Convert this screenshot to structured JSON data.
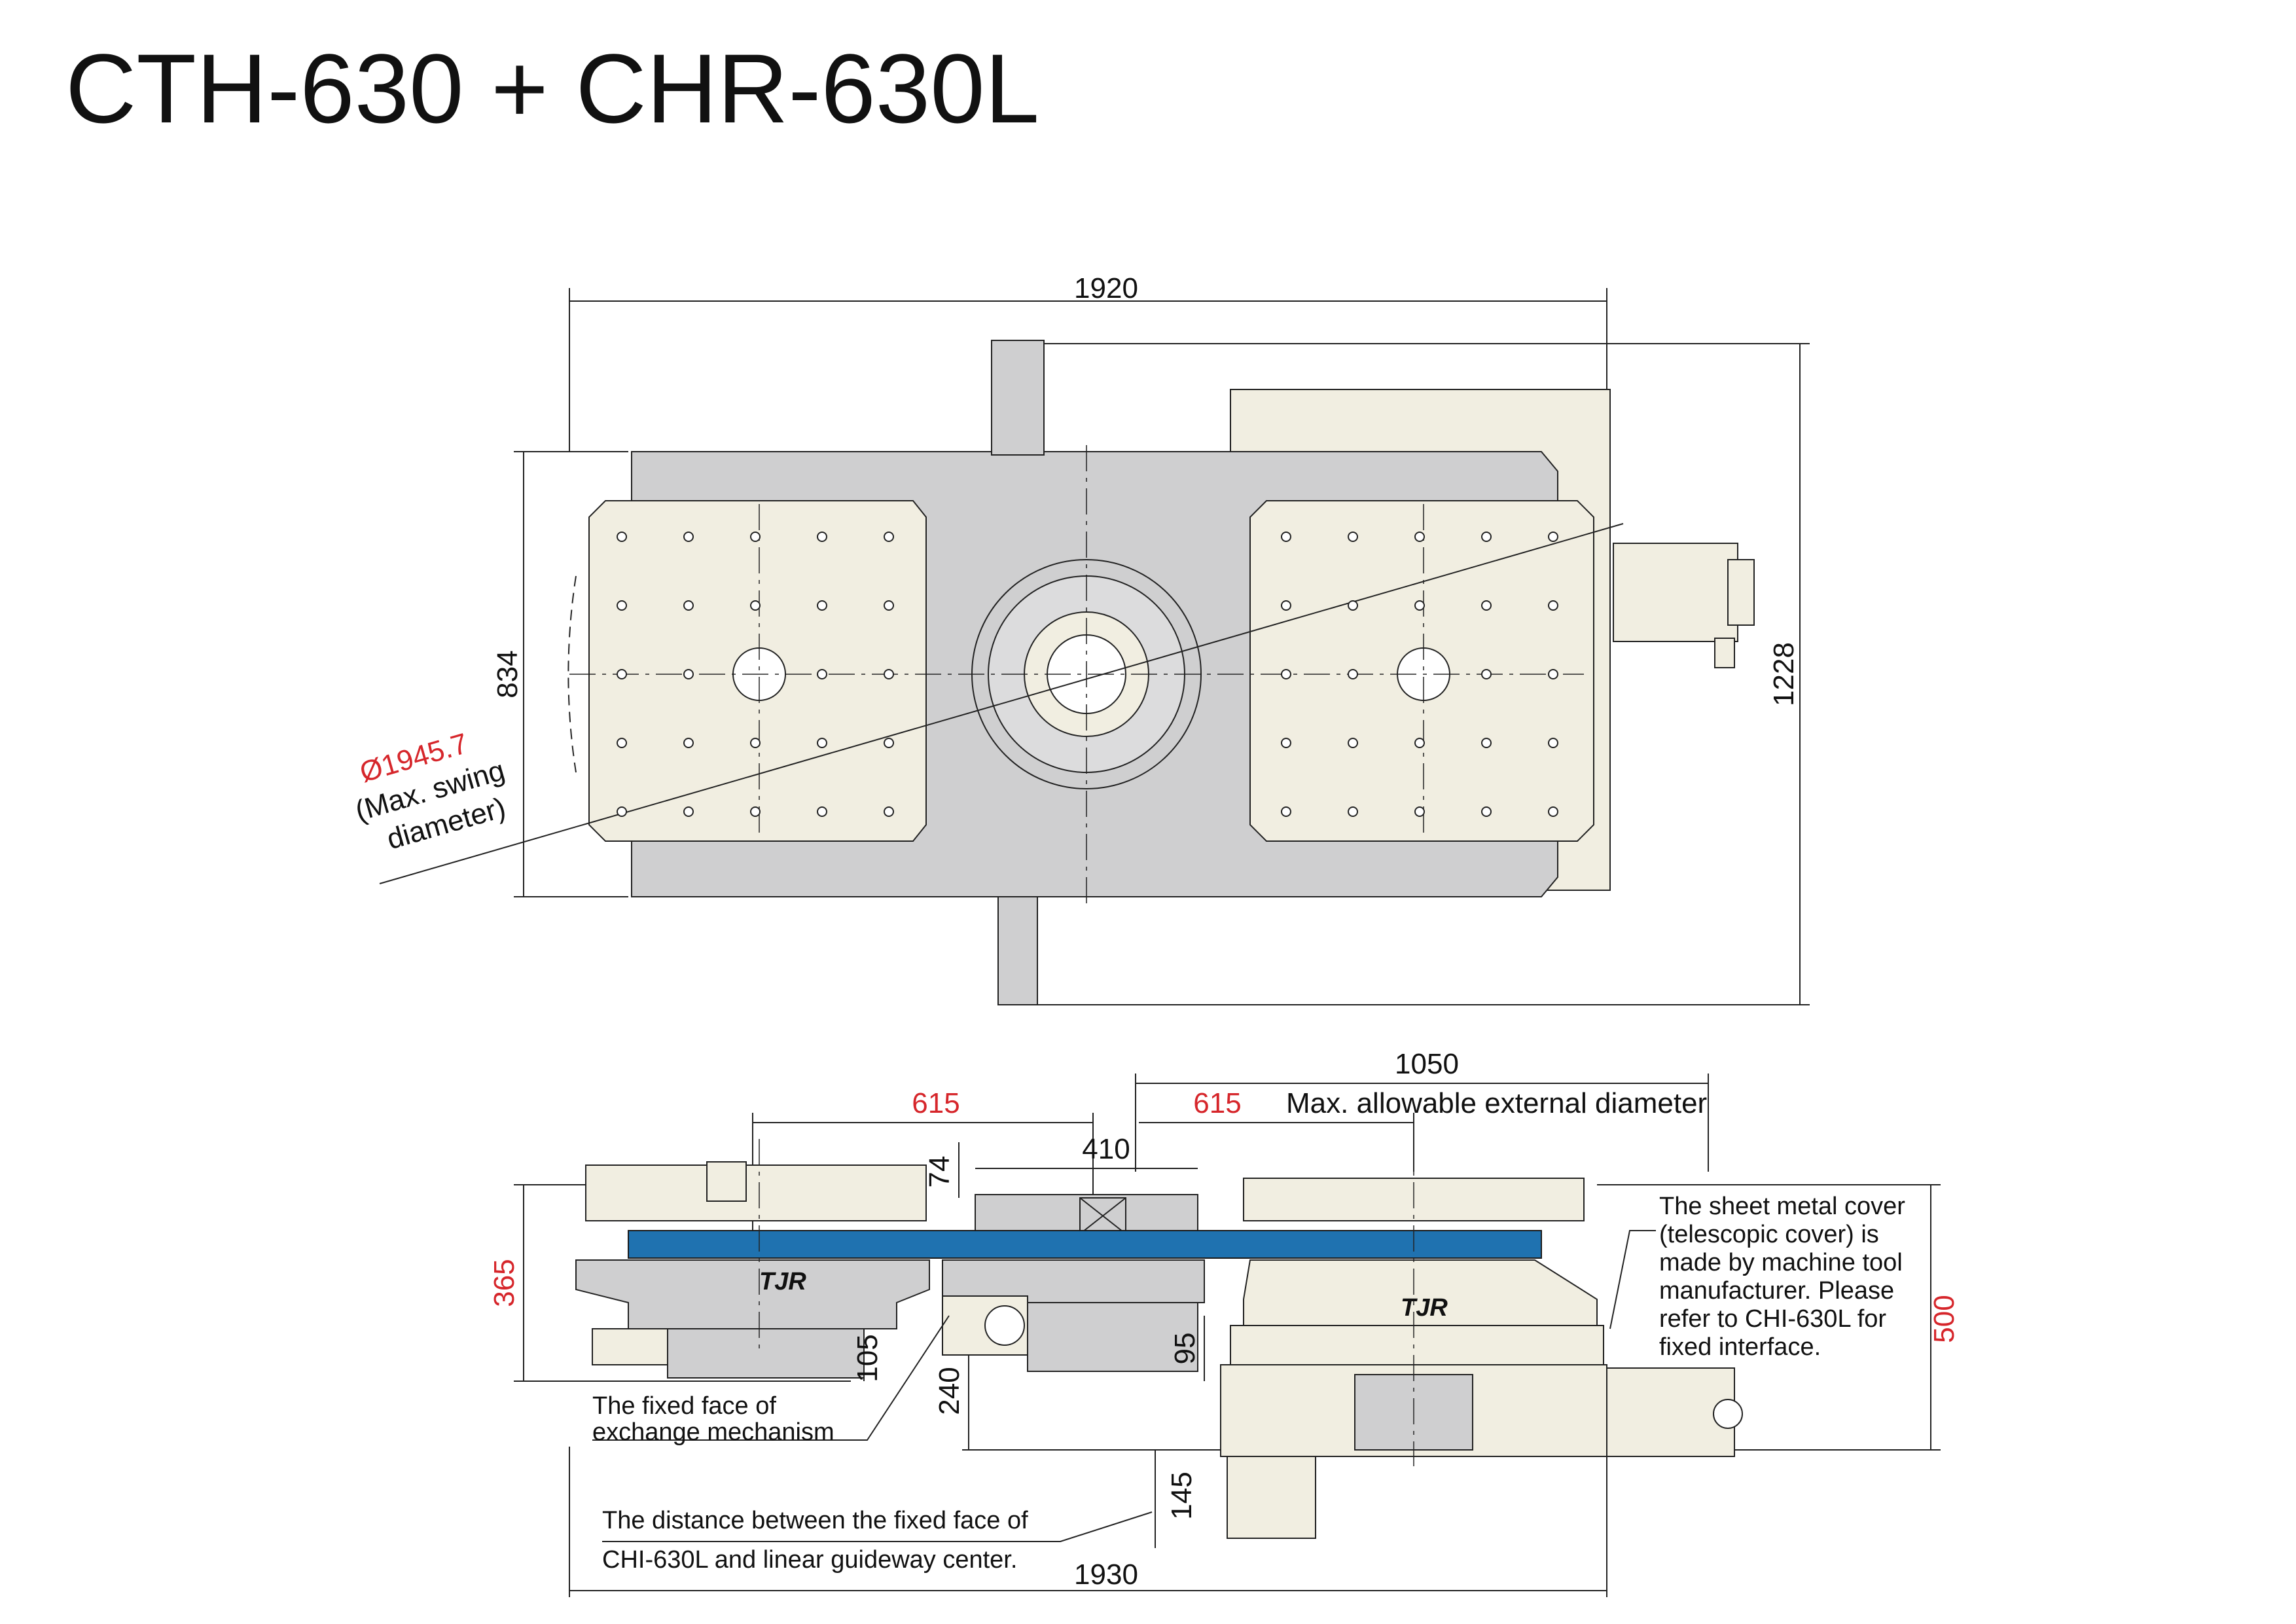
{
  "title": "CTH-630 + CHR-630L",
  "top_view": {
    "dim_width": "1920",
    "dim_height": "834",
    "dim_overall": "1228",
    "swing_value": "Ø1945.7",
    "swing_line1": "(Max. swing",
    "swing_line2": "diameter)"
  },
  "side_view": {
    "dim_1050": "1050",
    "dim_615_left": "615",
    "dim_615_right": "615",
    "max_ext_diameter": "Max. allowable external diameter",
    "dim_410": "410",
    "dim_74": "74",
    "dim_365": "365",
    "dim_105": "105",
    "dim_240": "240",
    "dim_95": "95",
    "dim_145": "145",
    "dim_500": "500",
    "dim_1930": "1930",
    "note_fixed_face_line1": "The fixed face of",
    "note_fixed_face_line2": "exchange mechanism",
    "note_distance_line1": "The distance between the fixed face of",
    "note_distance_line2": "CHI-630L and linear guideway center.",
    "note_cover_line1": "The sheet metal cover",
    "note_cover_line2": "(telescopic cover) is",
    "note_cover_line3": "made by machine tool",
    "note_cover_line4": "manufacturer. Please",
    "note_cover_line5": "refer to CHI-630L for",
    "note_cover_line6": "fixed interface.",
    "brand": "TJR"
  },
  "colors": {
    "table_fill": "#f1eee1",
    "base_fill": "#cfcfd0",
    "cover_blue": "#1f72b0",
    "dim_red": "#d6262b",
    "line": "#222222"
  }
}
